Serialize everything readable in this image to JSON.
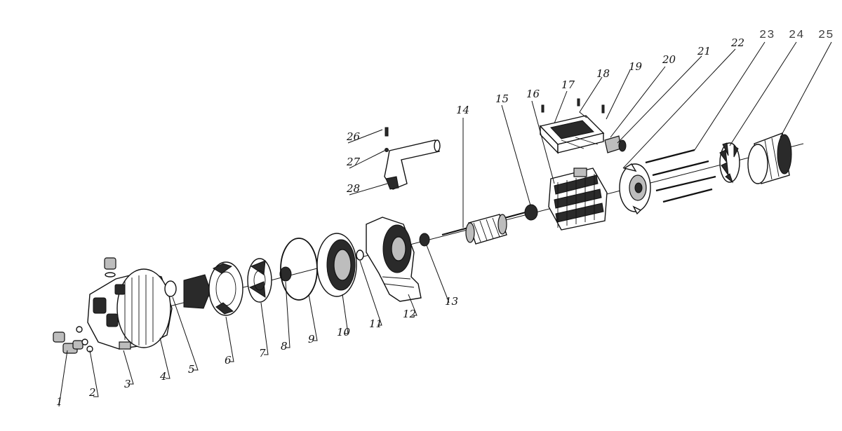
{
  "diagram": {
    "type": "exploded-assembly-view",
    "callouts": [
      {
        "id": "1",
        "text": "1"
      },
      {
        "id": "2",
        "text": "2"
      },
      {
        "id": "3",
        "text": "3"
      },
      {
        "id": "4",
        "text": "4"
      },
      {
        "id": "5",
        "text": "5"
      },
      {
        "id": "6",
        "text": "6"
      },
      {
        "id": "7",
        "text": "7"
      },
      {
        "id": "8",
        "text": "8"
      },
      {
        "id": "9",
        "text": "9"
      },
      {
        "id": "10",
        "text": "10"
      },
      {
        "id": "11",
        "text": "11"
      },
      {
        "id": "12",
        "text": "12"
      },
      {
        "id": "13",
        "text": "13"
      },
      {
        "id": "14",
        "text": "14"
      },
      {
        "id": "15",
        "text": "15"
      },
      {
        "id": "16",
        "text": "16"
      },
      {
        "id": "17",
        "text": "17"
      },
      {
        "id": "18",
        "text": "18"
      },
      {
        "id": "19",
        "text": "19"
      },
      {
        "id": "20",
        "text": "20"
      },
      {
        "id": "21",
        "text": "21"
      },
      {
        "id": "22",
        "text": "22"
      },
      {
        "id": "23",
        "text": "23"
      },
      {
        "id": "24",
        "text": "24"
      },
      {
        "id": "25",
        "text": "25"
      },
      {
        "id": "26",
        "text": "26"
      },
      {
        "id": "27",
        "text": "27"
      },
      {
        "id": "28",
        "text": "28"
      }
    ]
  }
}
